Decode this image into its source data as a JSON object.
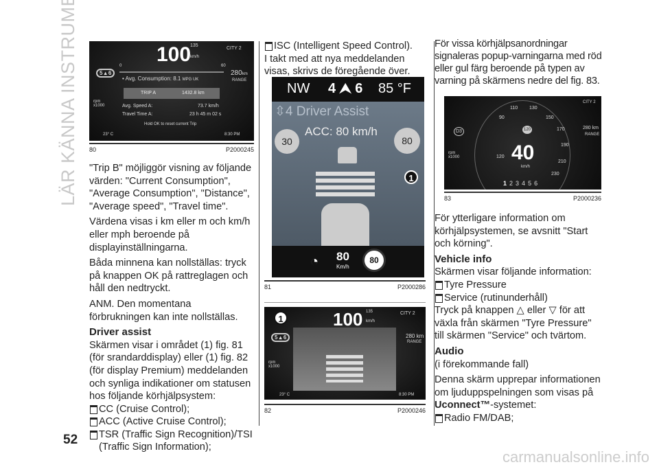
{
  "side_title": "LÄR KÄNNA INSTRUMENTPANELEN",
  "page_number": "52",
  "watermark": "carmanualsonline.info",
  "fig80": {
    "num": "80",
    "code": "P2000245",
    "speed": "100",
    "speed_limit": "135",
    "unit": "km/h",
    "mode": "CITY 2",
    "gear": "5 ▴ 6",
    "scale_min": "0",
    "scale_max": "60",
    "consumption": "• Avg. Consumption: 8.1",
    "consumption_unit": "MPG UK",
    "range": "280",
    "range_unit": "km",
    "range_label": "RANGE",
    "trip": "TRIP A",
    "trip_value": "1432.8 km",
    "avg_speed_label": "Avg. Speed A:",
    "avg_speed": "73.7 km/h",
    "travel_label": "Travel Time A:",
    "travel": "23 h 45 m 02 s",
    "reset": "Hold OK to reset current Trip",
    "rpm": "rpm x1000",
    "temp": "23° C",
    "time": "8:30 PM"
  },
  "col1": {
    "p1": "\"Trip B\" möjliggör visning av följande värden: \"Current Consumption\", \"Average Consumption\", \"Distance\", \"Average speed\", \"Travel time\".",
    "p2": "Värdena visas i km eller m och km/h eller mph beroende på displayinställningarna.",
    "p3": "Båda minnena kan nollställas: tryck på knappen OK på rattreglagen och håll den nedtryckt.",
    "p4": "ANM. Den momentana förbrukningen kan inte nollställas.",
    "h1": "Driver assist",
    "p5": "Skärmen visar i området (1) fig. 81 (för srandarddisplay) eller (1) fig. 82 (för display Premium) meddelanden och synliga indikationer om statusen hos följande körhjälpsystem:",
    "bullets": [
      "CC (Cruise Control);",
      "ACC (Active Cruise Control);",
      "TSR (Traffic Sign Recognition)/TSI (Traffic Sign Information);"
    ]
  },
  "col2": {
    "bullet": "ISC (Intelligent Speed Control).",
    "p1": "I takt med att nya meddelanden visas, skrivs de föregående över."
  },
  "fig81": {
    "num": "81",
    "code": "P2000286",
    "heading": "NW",
    "gear": "4 ⮝ 6",
    "temp": "85 °F",
    "menu": "⇳4 Driver Assist",
    "acc": "ACC: 80 km/h",
    "sign_left": "30",
    "sign_right": "80",
    "callout": "1",
    "set_speed": "80",
    "set_unit": "Km/h",
    "sign_bottom": "80"
  },
  "fig82": {
    "num": "82",
    "code": "P2000246",
    "callout": "1",
    "speed": "100",
    "speed_limit": "135",
    "unit": "km/h",
    "mode": "CITY 2",
    "gear": "5 ▴ 6",
    "range": "280 km",
    "range_label": "RANGE",
    "rpm": "rpm x1000",
    "temp": "23° C",
    "time": "8:30 PM"
  },
  "fig83": {
    "num": "83",
    "code": "P2000236",
    "speed": "40",
    "unit": "km/h",
    "gear": "D3",
    "mode": "CITY 2",
    "range": "280 km",
    "range_label": "RANGE",
    "rpm": "rpm x1000",
    "set": "120",
    "limit": "120",
    "ticks": [
      "90",
      "110",
      "130",
      "150",
      "170",
      "190",
      "210",
      "230"
    ],
    "gears": [
      "1",
      "2",
      "3",
      "4",
      "5",
      "6"
    ]
  },
  "col3": {
    "p1": "För vissa körhjälpsanordningar signaleras popup-varningarna med röd eller gul färg beroende på typen av varning på skärmens nedre del fig. 83.",
    "p2": "För ytterligare information om körhjälpsystemen, se avsnitt \"Start och körning\".",
    "h1": "Vehicle info",
    "p3": "Skärmen visar följande information:",
    "bullets": [
      "Tyre Pressure",
      "Service (rutinunderhåll)"
    ],
    "p4a": "Tryck på knappen",
    "p4b": "eller",
    "p4c": "för att växla från skärmen \"Tyre Pressure\" till skärmen \"Service\" och tvärtom.",
    "h2": "Audio",
    "p5": "(i förekommande fall)",
    "p6": "Denna skärm upprepar informationen om ljuduppspelningen som visas på",
    "p6b": "Uconnect™",
    "p6c": "-systemet:",
    "bullet3": "Radio FM/DAB;"
  }
}
